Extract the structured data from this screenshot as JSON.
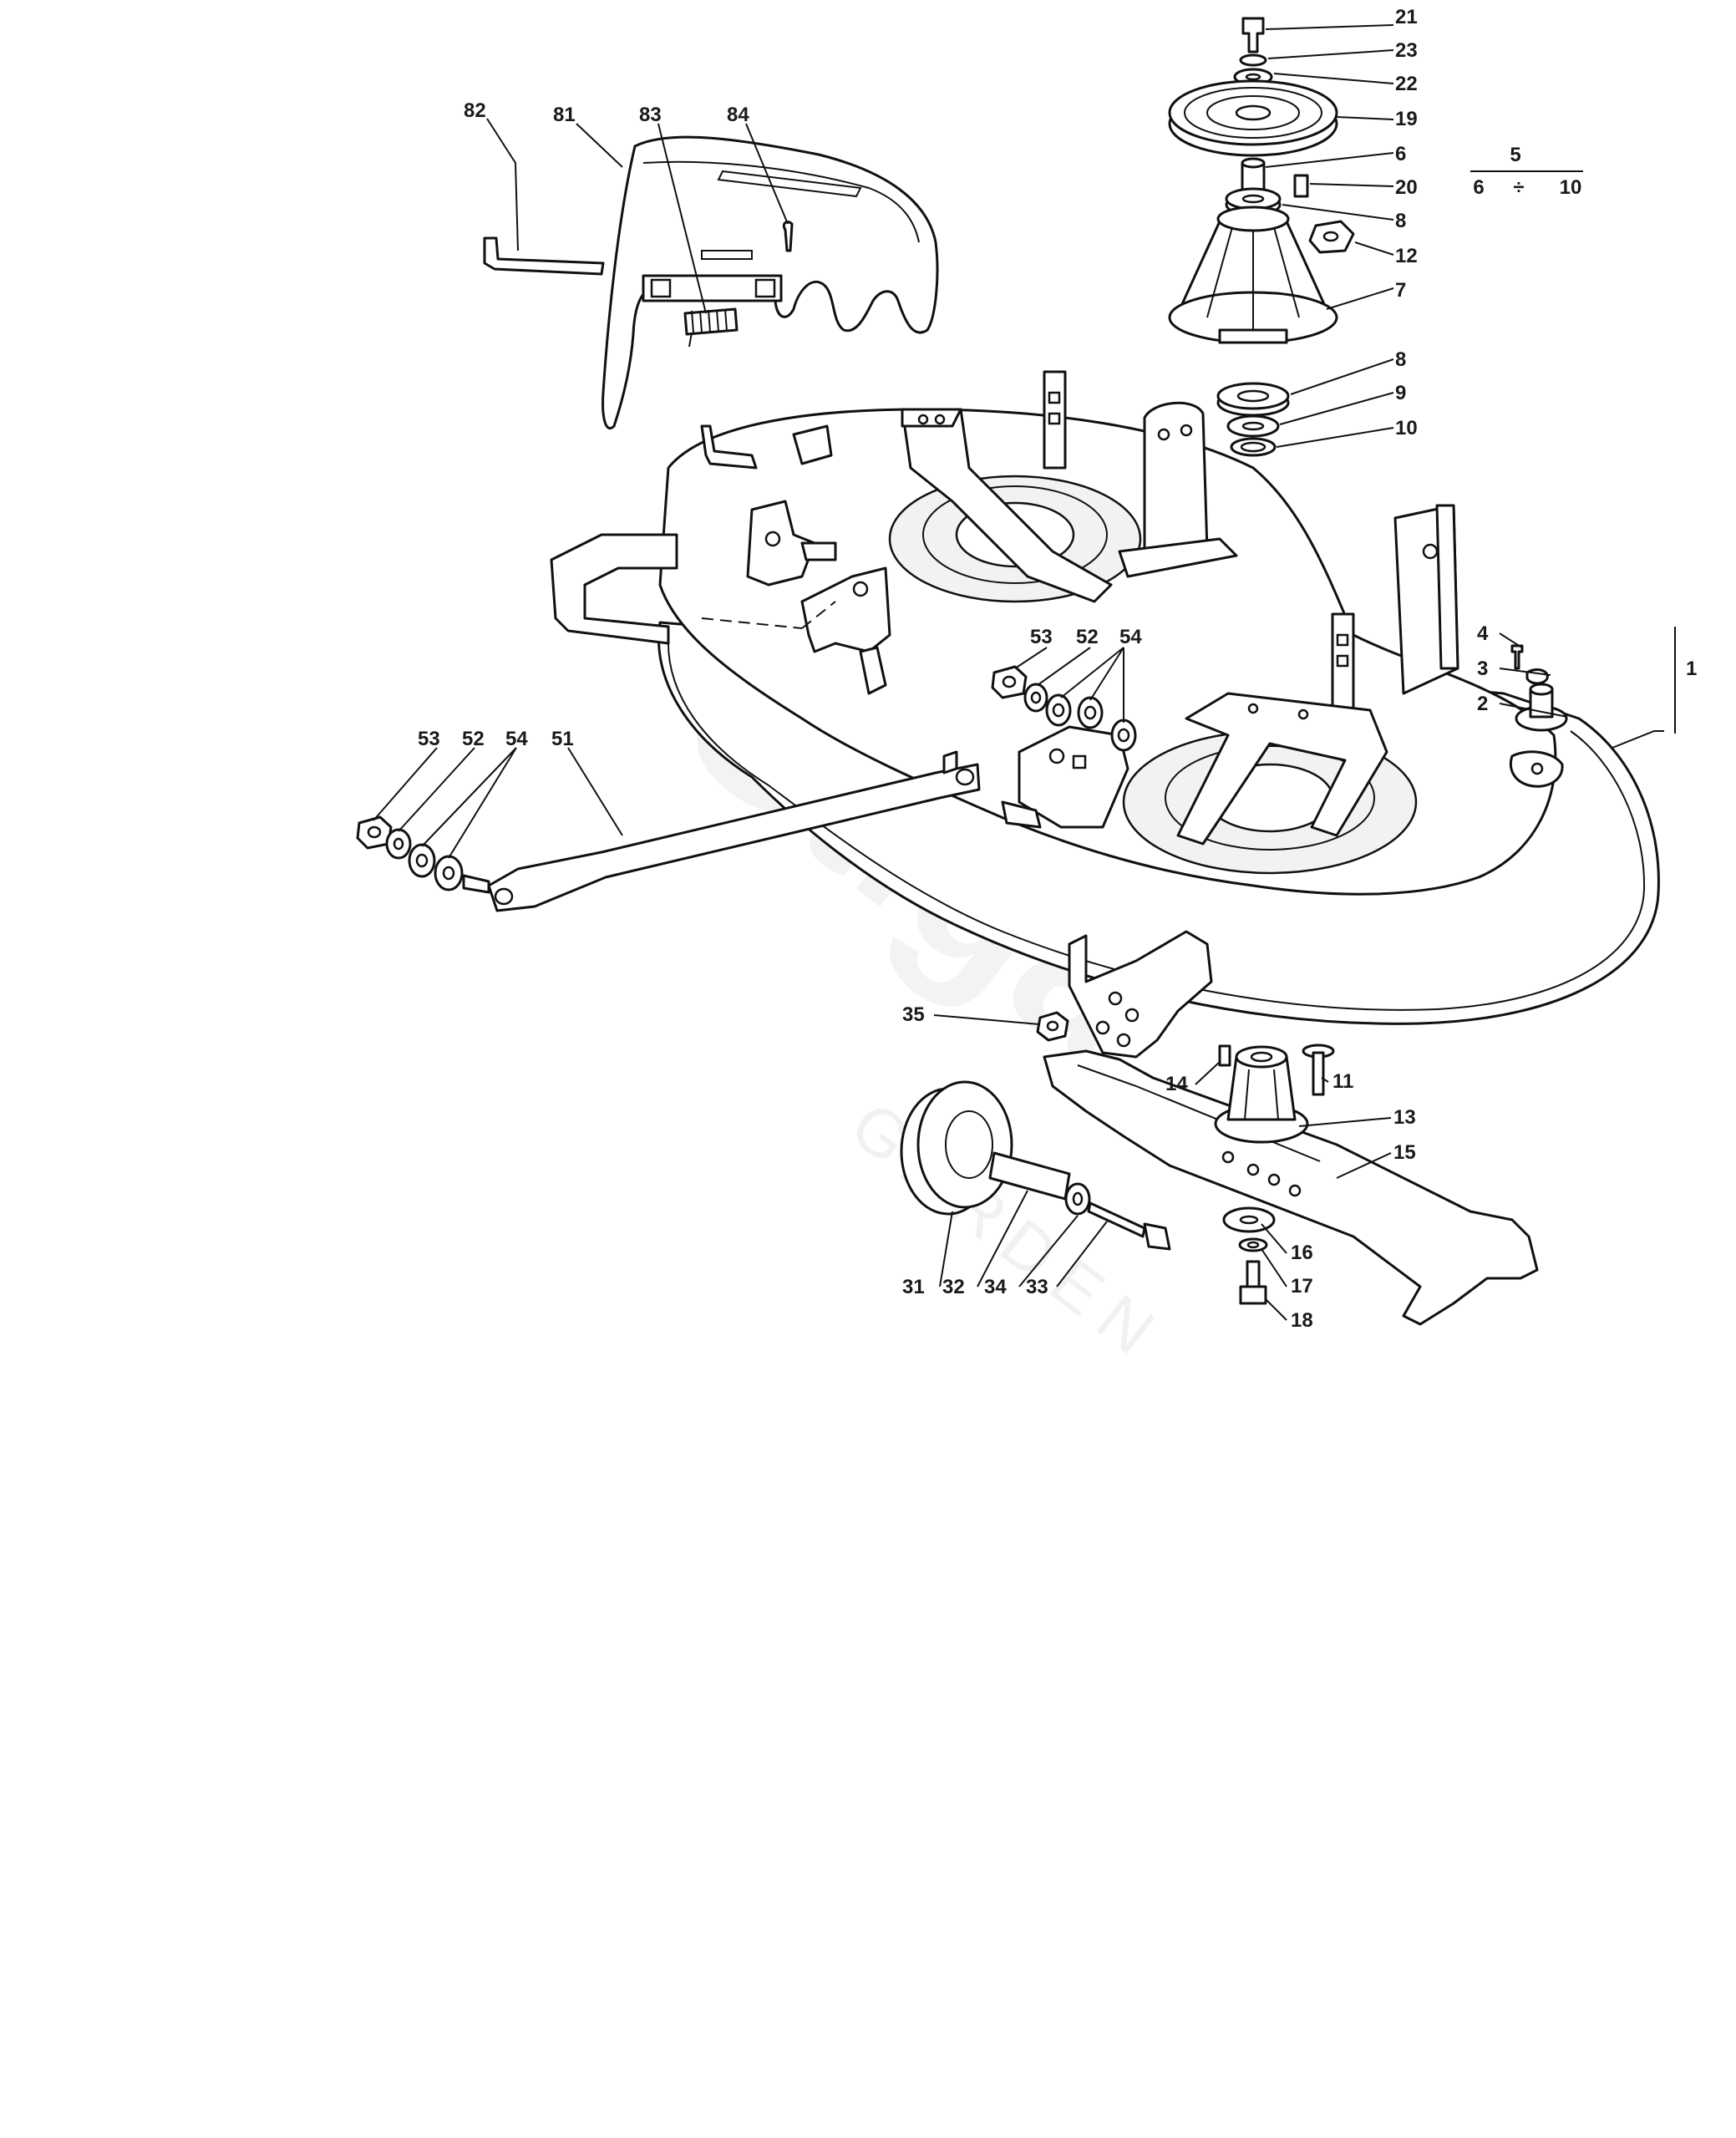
{
  "watermark": {
    "brand": "Stiga",
    "sub": "GARDEN"
  },
  "group_note": {
    "top": "5",
    "left": "6",
    "sep": "÷",
    "right": "10"
  },
  "labels": {
    "l1": "1",
    "l2": "2",
    "l3": "3",
    "l4": "4",
    "l6": "6",
    "l7": "7",
    "l8a": "8",
    "l8b": "8",
    "l9": "9",
    "l10": "10",
    "l11": "11",
    "l12": "12",
    "l13": "13",
    "l14": "14",
    "l15": "15",
    "l16": "16",
    "l17": "17",
    "l18": "18",
    "l19": "19",
    "l20": "20",
    "l21": "21",
    "l22": "22",
    "l23": "23",
    "l31": "31",
    "l32": "32",
    "l33": "33",
    "l34": "34",
    "l35": "35",
    "l51": "51",
    "l52a": "52",
    "l53a": "53",
    "l54a": "54",
    "l52b": "52",
    "l53b": "53",
    "l54b": "54",
    "l81": "81",
    "l82": "82",
    "l83": "83",
    "l84": "84"
  }
}
